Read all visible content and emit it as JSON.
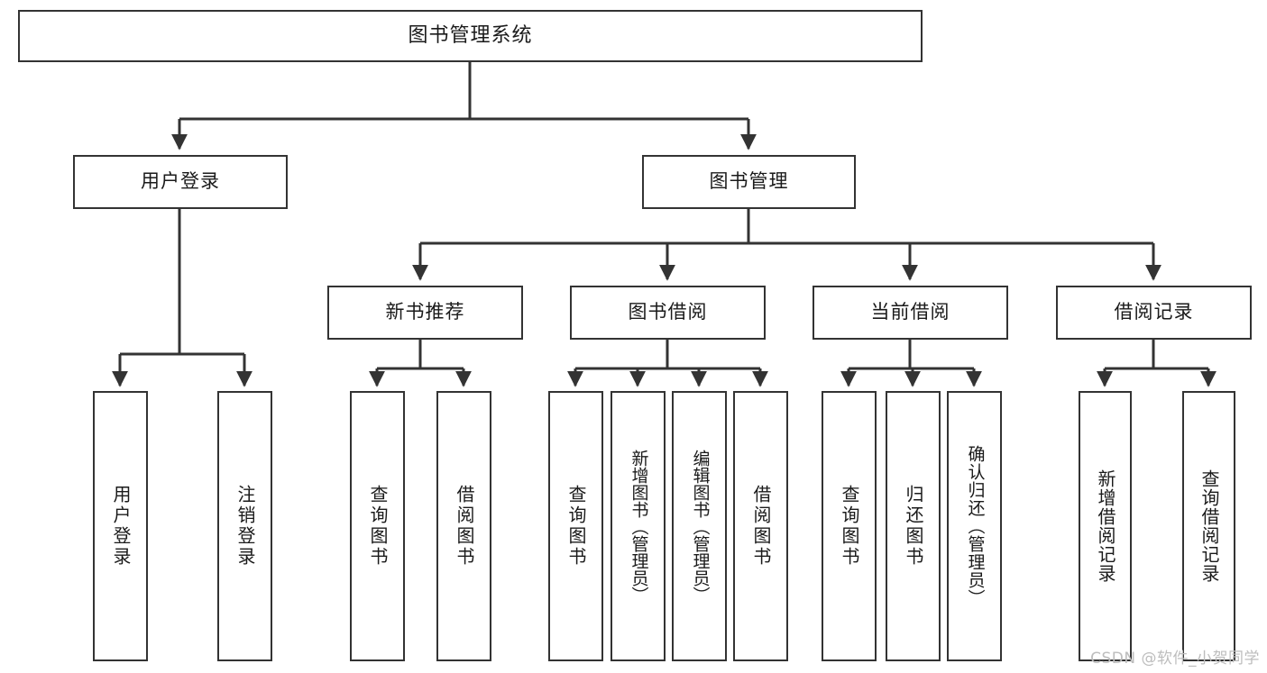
{
  "diagram": {
    "type": "tree",
    "title": "图书管理系统",
    "watermark": "CSDN @软件_小贺同学",
    "accent_color": "#333333",
    "background_color": "#ffffff",
    "text_color": "#1a1a1a",
    "nodes": {
      "root": {
        "label": "图书管理系统",
        "level": 1
      },
      "l2": [
        {
          "id": "user-login",
          "label": "用户登录",
          "level": 2
        },
        {
          "id": "book-management",
          "label": "图书管理",
          "level": 2
        }
      ],
      "l3": [
        {
          "id": "new-book-recommend",
          "label": "新书推荐",
          "level": 3,
          "parent": "book-management"
        },
        {
          "id": "book-borrow",
          "label": "图书借阅",
          "level": 3,
          "parent": "book-management"
        },
        {
          "id": "current-borrow",
          "label": "当前借阅",
          "level": 3,
          "parent": "book-management"
        },
        {
          "id": "borrow-record",
          "label": "借阅记录",
          "level": 3,
          "parent": "book-management"
        }
      ],
      "leaves": [
        {
          "id": "leaf-user-login",
          "label": "用户登录",
          "parent": "user-login"
        },
        {
          "id": "leaf-logout-login",
          "label": "注销登录",
          "parent": "user-login"
        },
        {
          "id": "leaf-query-book-1",
          "label": "查询图书",
          "parent": "new-book-recommend"
        },
        {
          "id": "leaf-borrow-book-1",
          "label": "借阅图书",
          "parent": "new-book-recommend"
        },
        {
          "id": "leaf-query-book-2",
          "label": "查询图书",
          "parent": "book-borrow"
        },
        {
          "id": "leaf-add-book",
          "label": "新增图书（管理员）",
          "parent": "book-borrow"
        },
        {
          "id": "leaf-edit-book",
          "label": "编辑图书（管理员）",
          "parent": "book-borrow"
        },
        {
          "id": "leaf-borrow-book-2",
          "label": "借阅图书",
          "parent": "book-borrow"
        },
        {
          "id": "leaf-query-book-3",
          "label": "查询图书",
          "parent": "current-borrow"
        },
        {
          "id": "leaf-return-book",
          "label": "归还图书",
          "parent": "current-borrow"
        },
        {
          "id": "leaf-confirm-return",
          "label": "确认归还（管理员）",
          "parent": "current-borrow"
        },
        {
          "id": "leaf-add-record",
          "label": "新增借阅记录",
          "parent": "borrow-record"
        },
        {
          "id": "leaf-query-record",
          "label": "查询借阅记录",
          "parent": "borrow-record"
        }
      ]
    }
  }
}
